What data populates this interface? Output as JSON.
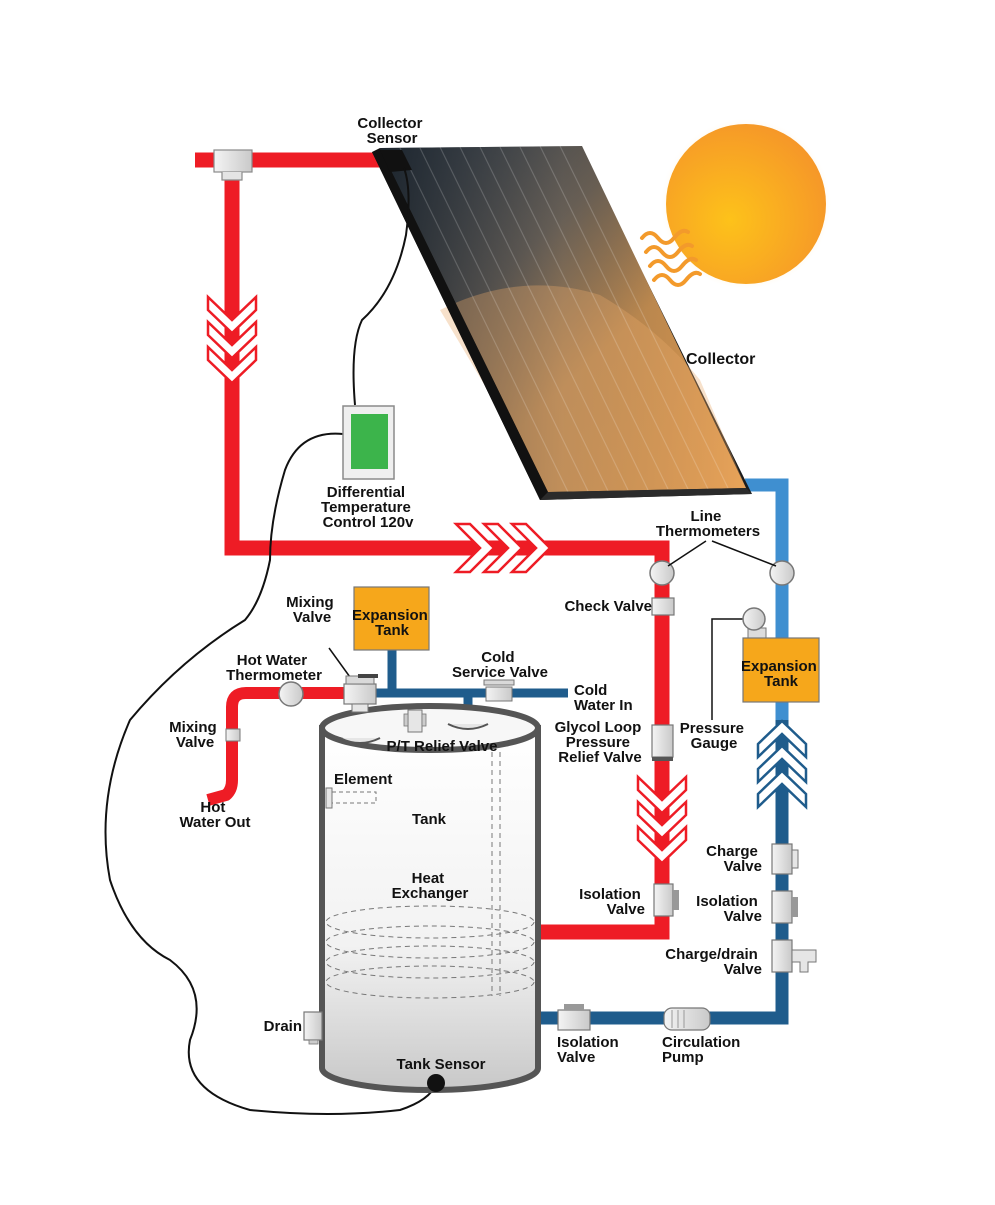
{
  "colors": {
    "hot_pipe": "#ee1c25",
    "cold_pipe": "#1f5c8c",
    "glycol_return": "#3f8fd0",
    "expansion_tank": "#f6a71b",
    "controller_screen": "#3cb44b",
    "sun": "#fbb517",
    "fitting": "#e6e6e6"
  },
  "icons": {
    "sun": "sun-icon",
    "heat_waves": "heat-waves-icon",
    "flow_down": "flow-down-chevrons",
    "flow_right": "flow-right-chevrons",
    "flow_up": "flow-up-chevrons"
  },
  "labels": {
    "collector_sensor": [
      "Collector",
      "Sensor"
    ],
    "collector": "Collector",
    "differential_control": [
      "Differential",
      "Temperature",
      "Control 120v"
    ],
    "line_thermometers": [
      "Line",
      "Thermometers"
    ],
    "check_valve": "Check Valve",
    "expansion_tank_left": [
      "Expansion",
      "Tank"
    ],
    "expansion_tank_right": [
      "Expansion",
      "Tank"
    ],
    "mixing_valve_top": [
      "Mixing",
      "Valve"
    ],
    "hot_water_thermometer": [
      "Hot Water",
      "Thermometer"
    ],
    "cold_service_valve": [
      "Cold",
      "Service Valve"
    ],
    "cold_water_in": [
      "Cold",
      "Water In"
    ],
    "mixing_valve_left": [
      "Mixing",
      "Valve"
    ],
    "pt_relief_valve": "P/T Relief Valve",
    "glycol_relief": [
      "Glycol Loop",
      "Pressure",
      "Relief Valve"
    ],
    "pressure_gauge": [
      "Pressure",
      "Gauge"
    ],
    "hot_water_out": [
      "Hot",
      "Water Out"
    ],
    "element": "Element",
    "tank": "Tank",
    "heat_exchanger": [
      "Heat",
      "Exchanger"
    ],
    "charge_valve": [
      "Charge",
      "Valve"
    ],
    "isolation_valve_right": [
      "Isolation",
      "Valve"
    ],
    "isolation_valve_mid": [
      "Isolation",
      "Valve"
    ],
    "charge_drain_valve": [
      "Charge/drain",
      "Valve"
    ],
    "drain": "Drain",
    "tank_sensor": "Tank Sensor",
    "isolation_valve_bottom": [
      "Isolation",
      "Valve"
    ],
    "circulation_pump": [
      "Circulation",
      "Pump"
    ]
  }
}
